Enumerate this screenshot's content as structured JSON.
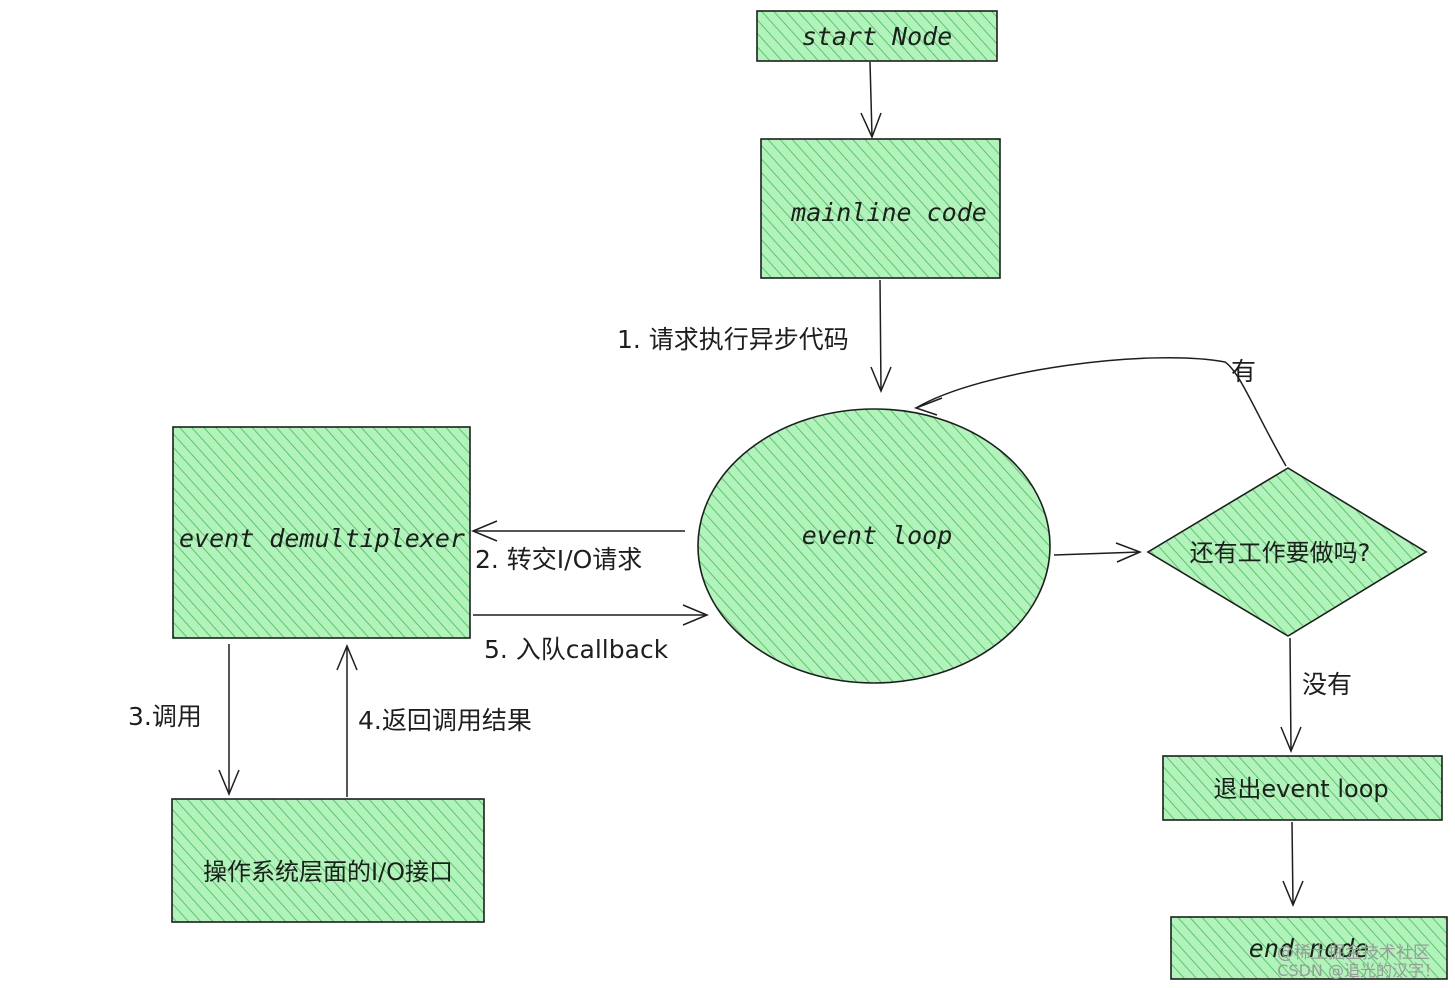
{
  "colors": {
    "fill": "#b2f2bb",
    "hatch": "#40c057",
    "stroke": "#1e1e1e"
  },
  "nodes": {
    "start": {
      "label": "start  Node"
    },
    "mainline": {
      "label": "mainline  code"
    },
    "event_loop": {
      "label": "event  loop"
    },
    "demux": {
      "label": "event  demultiplexer"
    },
    "os_io": {
      "label": "操作系统层面的I/O接口"
    },
    "decision": {
      "label": "还有工作要做吗?"
    },
    "exit_loop": {
      "label": "退出event  loop"
    },
    "end": {
      "label": "end  node"
    }
  },
  "edges": {
    "request_async": "1.  请求执行异步代码",
    "forward_io": "2.  转交I/O请求",
    "invoke": "3.调用",
    "return_result": "4.返回调用结果",
    "enqueue_callback": "5.  入队callback",
    "yes": "有",
    "no": "没有"
  },
  "watermark": {
    "line1": "@稀土掘金技术社区",
    "line2": "CSDN @追光的汉字！"
  }
}
